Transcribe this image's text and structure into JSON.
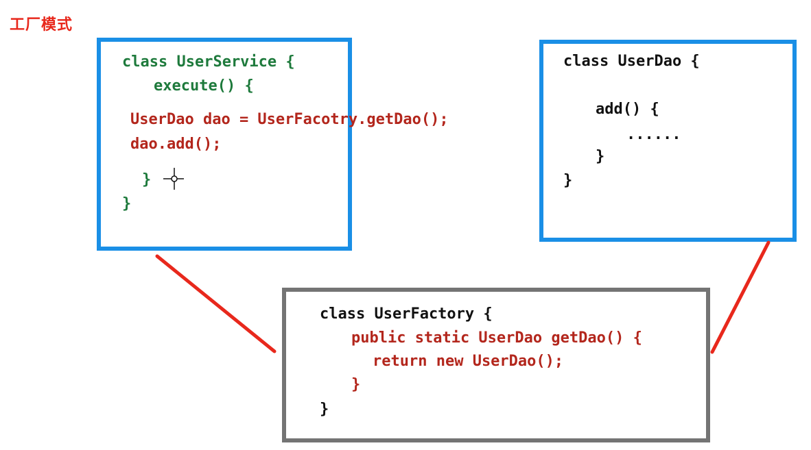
{
  "title": "工厂模式",
  "colors": {
    "title": "#e8281c",
    "green_code": "#1e7a3c",
    "red_code": "#b3261c",
    "black_code": "#111111",
    "blue_border": "#1a8fe6",
    "gray_border": "#747474",
    "connector": "#e8281c"
  },
  "user_service": {
    "line1": "class UserService {",
    "line2": "execute() {",
    "line3": "UserDao dao = UserFacotry.getDao();",
    "line4": "dao.add();",
    "line5": "}",
    "line6": "}"
  },
  "user_dao": {
    "line1": "class UserDao {",
    "line2": "add() {",
    "line3": "......",
    "line4": "}",
    "line5": "}"
  },
  "user_factory": {
    "line1": "class UserFactory {",
    "line2": "public static UserDao getDao() {",
    "line3": "return new UserDao();",
    "line4": "}",
    "line5": "}"
  },
  "icons": {
    "cursor": "crosshair-cursor-icon"
  }
}
